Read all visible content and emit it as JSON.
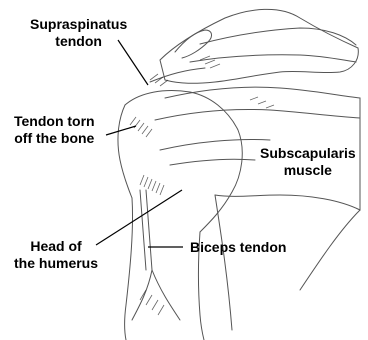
{
  "labels": {
    "supraspinatus": [
      "Supraspinatus",
      "tendon"
    ],
    "torn": [
      "Tendon torn",
      "off the bone"
    ],
    "subscapularis": [
      "Subscapularis",
      "muscle"
    ],
    "humerus": [
      "Head of",
      "the humerus"
    ],
    "biceps": "Biceps tendon"
  },
  "colors": {
    "ink": "#000000",
    "sketch": "#555555",
    "shade": "#333333",
    "background": "#ffffff"
  }
}
